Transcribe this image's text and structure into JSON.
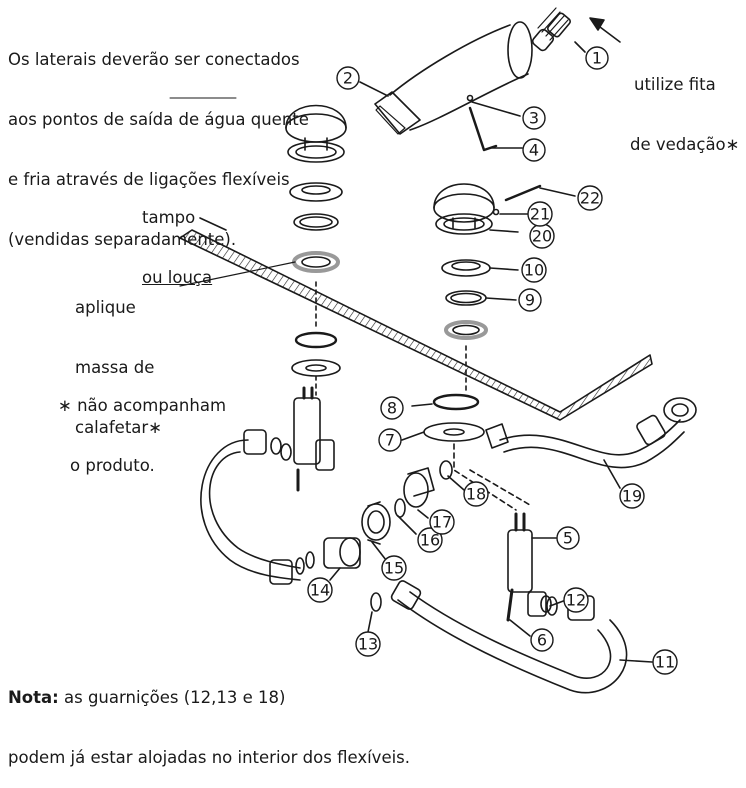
{
  "top_note": {
    "line1": "Os laterais deverão ser conectados",
    "line2": "aos pontos de saída de água quente",
    "line3": "e fria através de ligações flexíveis",
    "line4": "(vendidas separadamente)."
  },
  "tape_note": {
    "line1": "utilize fita",
    "line2": "de vedação∗"
  },
  "counter_label": {
    "line1": "tampo",
    "line2": "ou louça"
  },
  "putty_note": {
    "line1": "aplique",
    "line2": "massa de",
    "line3": "calafetar∗"
  },
  "not_included": {
    "line1": "∗ não acompanham",
    "line2": "o produto."
  },
  "bottom_note": {
    "bold": "Nota:",
    "line1_rest": " as guarnições (12,13 e 18)",
    "line2": "podem já estar alojadas no interior dos flexíveis."
  },
  "part_numbers": [
    "1",
    "2",
    "3",
    "4",
    "5",
    "6",
    "7",
    "8",
    "9",
    "10",
    "11",
    "12",
    "13",
    "14",
    "15",
    "16",
    "17",
    "18",
    "19",
    "20",
    "21",
    "22"
  ]
}
